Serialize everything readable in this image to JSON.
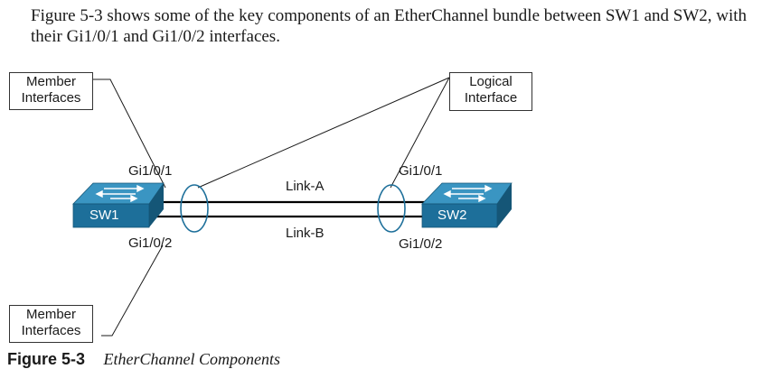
{
  "intro_text": "Figure 5-3 shows some of the key components of an EtherChannel bundle between SW1 and SW2, with their Gi1/0/1 and Gi1/0/2 interfaces.",
  "callouts": {
    "member_top": [
      "Member",
      "Interfaces"
    ],
    "member_bottom": [
      "Member",
      "Interfaces"
    ],
    "logical": [
      "Logical",
      "Interface"
    ]
  },
  "switches": {
    "sw1": {
      "name": "SW1",
      "port_top": "Gi1/0/1",
      "port_bottom": "Gi1/0/2"
    },
    "sw2": {
      "name": "SW2",
      "port_top": "Gi1/0/1",
      "port_bottom": "Gi1/0/2"
    }
  },
  "links": {
    "link_a": "Link-A",
    "link_b": "Link-B"
  },
  "caption": {
    "number": "Figure 5-3",
    "title": "EtherChannel Components"
  },
  "colors": {
    "switch_face": "#1d6f9a",
    "switch_top": "#3a95c2",
    "switch_dark": "#155677",
    "ink": "#1a1a1a"
  }
}
